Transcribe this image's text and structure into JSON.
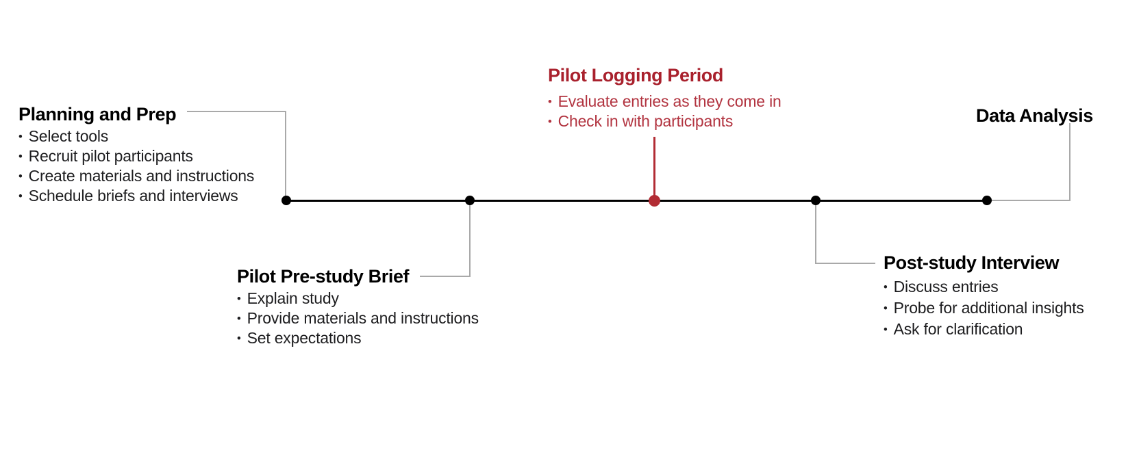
{
  "colors": {
    "background": "#FFFFFF",
    "timeline": "#000000",
    "heading_text": "#000000",
    "body_text": "#1D1D1F",
    "connector_gray": "#A9A9A9",
    "accent_red_heading": "#A9212D",
    "accent_red_body": "#B23440",
    "accent_red_line": "#B22C34"
  },
  "ui": {
    "bullet_char": "•"
  },
  "milestones": {
    "planning": {
      "title": "Planning and Prep",
      "bullets": [
        "Select tools",
        "Recruit pilot participants",
        "Create materials and instructions",
        "Schedule briefs and interviews"
      ]
    },
    "prestudy_brief": {
      "title": "Pilot Pre-study Brief",
      "bullets": [
        "Explain study",
        "Provide materials and instructions",
        "Set expectations"
      ]
    },
    "logging_period": {
      "title": "Pilot Logging Period",
      "bullets": [
        "Evaluate entries as they come in",
        "Check in with participants"
      ]
    },
    "poststudy_interview": {
      "title": "Post-study Interview",
      "bullets": [
        "Discuss entries",
        "Probe for additional insights",
        "Ask for clarification"
      ]
    },
    "data_analysis": {
      "title": "Data Analysis",
      "bullets": []
    }
  }
}
